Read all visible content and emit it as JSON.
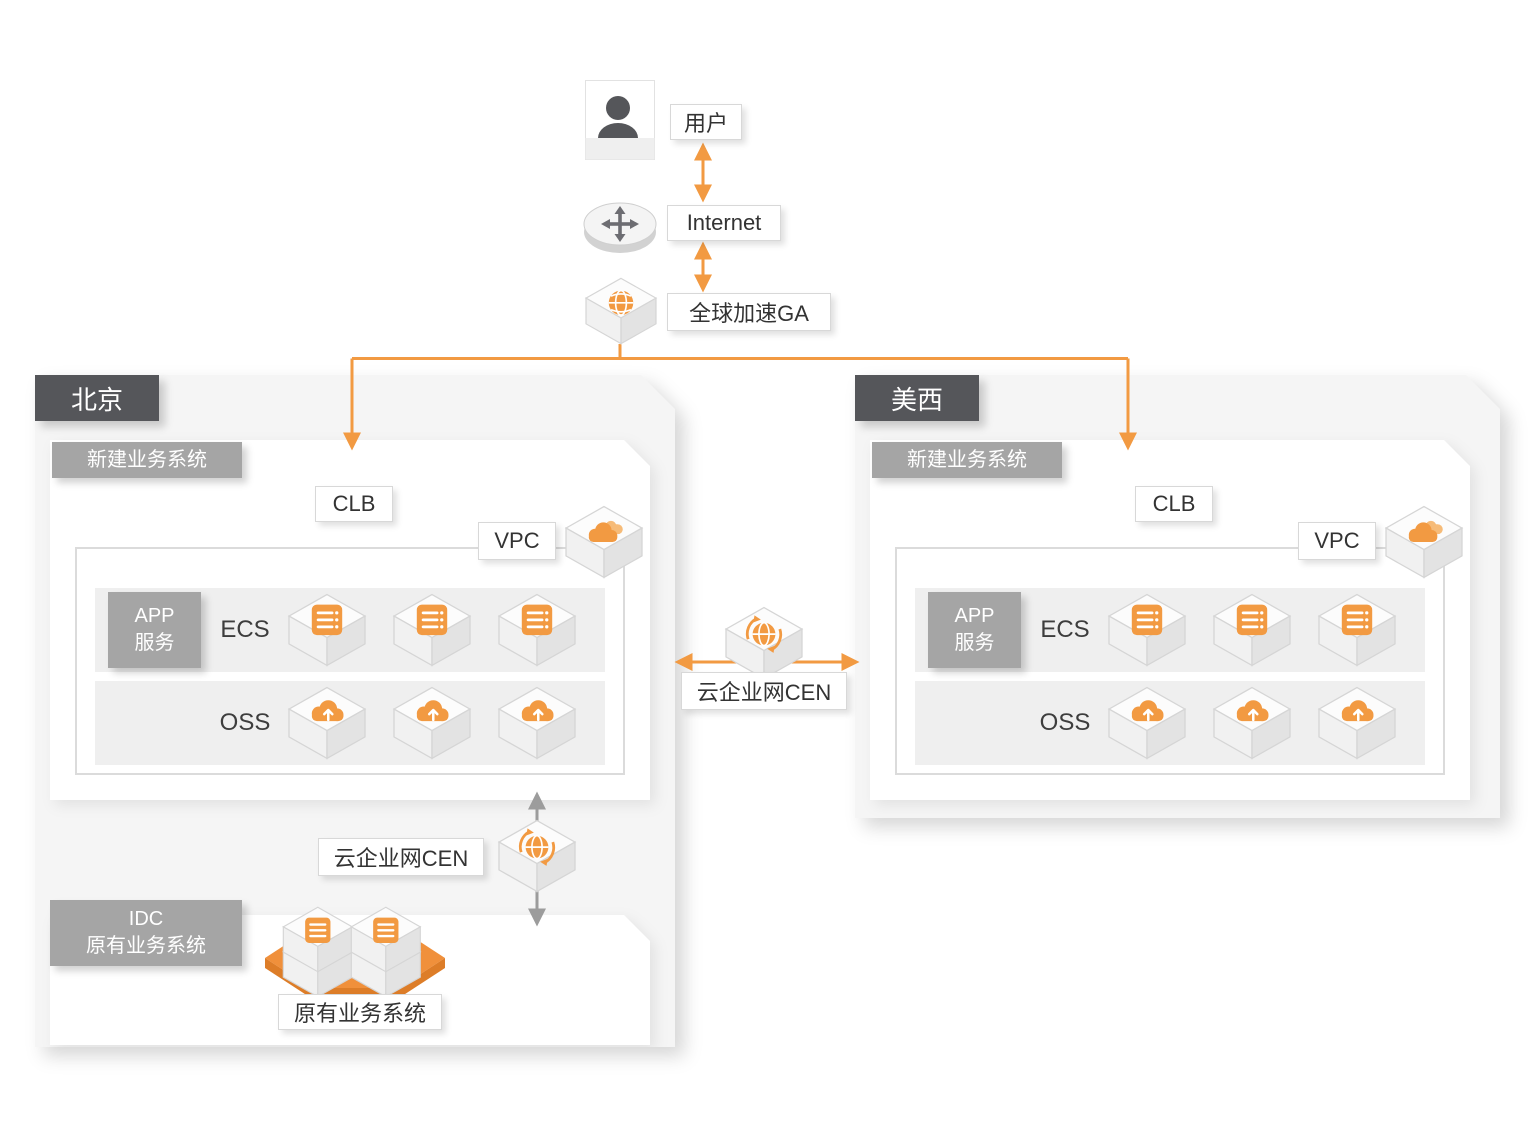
{
  "colors": {
    "accent_orange": "#F29A42",
    "connector_gray": "#9C9C9C",
    "label_gray": "#A5A5A5",
    "region_label_dark": "#55565A"
  },
  "top_chain": {
    "user_label": "用户",
    "internet_label": "Internet",
    "ga_label": "全球加速GA"
  },
  "center": {
    "cen_label": "云企业网CEN"
  },
  "regions": {
    "beijing": {
      "name": "北京",
      "system_title": "新建业务系统",
      "clb": "CLB",
      "vpc": "VPC",
      "app_line1": "APP",
      "app_line2": "服务",
      "ecs": "ECS",
      "oss": "OSS",
      "cen_label": "云企业网CEN",
      "idc_line1": "IDC",
      "idc_line2": "原有业务系统",
      "legacy_caption": "原有业务系统"
    },
    "uswest": {
      "name": "美西",
      "system_title": "新建业务系统",
      "clb": "CLB",
      "vpc": "VPC",
      "app_line1": "APP",
      "app_line2": "服务",
      "ecs": "ECS",
      "oss": "OSS"
    }
  }
}
